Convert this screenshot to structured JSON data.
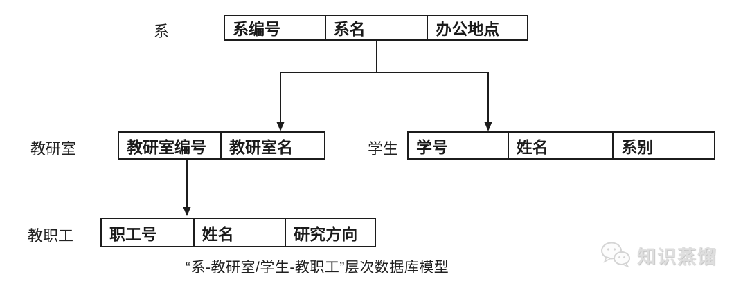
{
  "diagram": {
    "caption": "“系-教研室/学生-教职工”层次数据库模型",
    "nodes": [
      {
        "id": "dept",
        "label": "系",
        "cells": [
          "系编号",
          "系名",
          "办公地点"
        ]
      },
      {
        "id": "office",
        "label": "教研室",
        "cells": [
          "教研室编号",
          "教研室名"
        ]
      },
      {
        "id": "student",
        "label": "学生",
        "cells": [
          "学号",
          "姓名",
          "系别"
        ]
      },
      {
        "id": "faculty",
        "label": "教职工",
        "cells": [
          "职工号",
          "姓名",
          "研究方向"
        ]
      }
    ],
    "edges": [
      {
        "from": "dept",
        "to": "office"
      },
      {
        "from": "dept",
        "to": "student"
      },
      {
        "from": "office",
        "to": "faculty"
      }
    ]
  },
  "watermark": {
    "text": "知识蒸馏",
    "icon": "wechat-bubbles-icon"
  },
  "colors": {
    "line": "#1c1c1c",
    "background": "#ffffff",
    "watermark_text": "#dedede"
  }
}
